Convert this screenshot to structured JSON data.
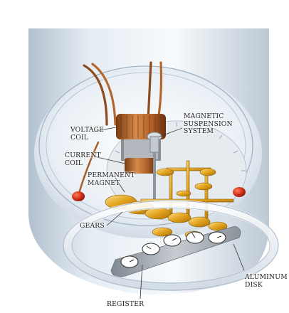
{
  "diagram": {
    "labels": {
      "voltage_coil": [
        "VOLTAGE",
        "COIL"
      ],
      "current_coil": [
        "CURRENT",
        "COIL"
      ],
      "magnetic_suspension": [
        "MAGNETIC",
        "SUSPENSION",
        "SYSTEM"
      ],
      "permanent_magnet": [
        "PERMANENT",
        "MAGNET"
      ],
      "gears": "GEARS",
      "aluminum_disk": [
        "ALUMINUM",
        "DISK"
      ],
      "register": "REGISTER"
    },
    "colors": {
      "glass": "#dfe7ef",
      "copper": "#b8662c",
      "gold": "#e0a21c",
      "magnet_red": "#cc2a1a",
      "disk": "#a9b0b8",
      "text": "#1c1c1c"
    }
  }
}
